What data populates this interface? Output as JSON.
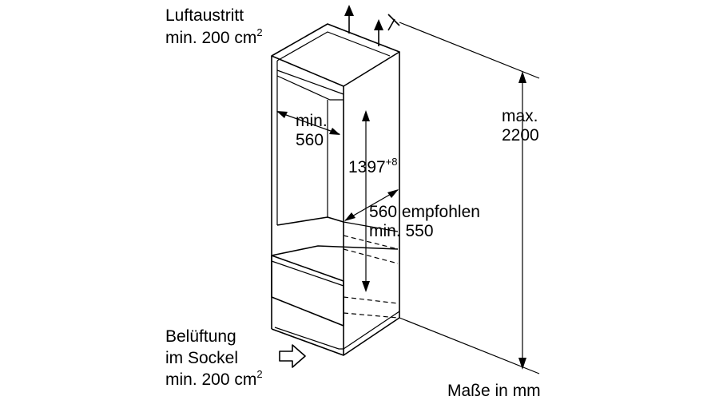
{
  "labels": {
    "air_outlet_title": "Luftaustritt",
    "air_outlet_value": "min. 200 cm",
    "air_outlet_sup": "2",
    "depth_min_line1": "min.",
    "depth_min_line2": "560",
    "height_value": "1397",
    "height_tolerance": "+8",
    "width_recommended": "560 empfohlen",
    "width_min": "min. 550",
    "max_height_line1": "max.",
    "max_height_line2": "2200",
    "vent_line1": "Belüftung",
    "vent_line2": "im Sockel",
    "vent_line3": "min. 200 cm",
    "vent_sup": "2",
    "units_note": "Maße in mm"
  },
  "colors": {
    "line": "#000000",
    "background": "#ffffff"
  }
}
